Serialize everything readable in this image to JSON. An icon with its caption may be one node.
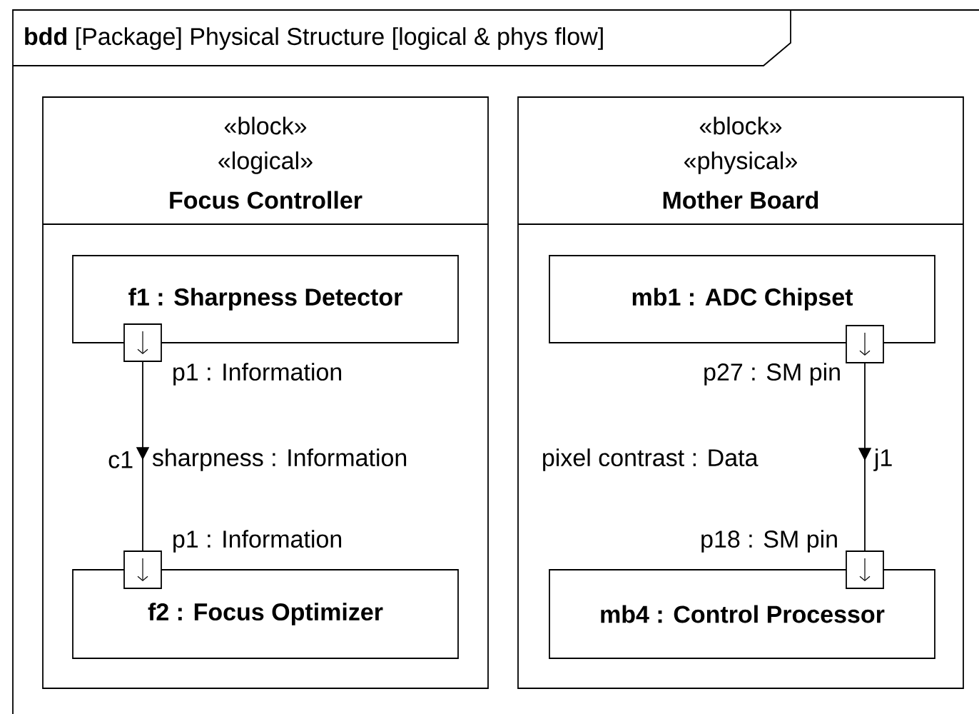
{
  "diagram": {
    "nodes": [
      {
        "text": [
          "**bdd** [Package] Physical Structure [logical & phys flow]"
        ]
      },
      {
        "text": [
          "«block»",
          "«logical»",
          "Focus Controller"
        ],
        "in": 0
      },
      {
        "text": [
          "f1 : Sharpness Detector"
        ],
        "in": 1
      },
      {
        "text": [
          "f2 : Focus Optimizer"
        ],
        "in": 1
      },
      {
        "text": [],
        "shape": "box",
        "beside": [
          "p1 : Information"
        ],
        "in": 1
      },
      {
        "text": [],
        "shape": "box",
        "beside": [
          "p1 : Information"
        ],
        "in": 1
      },
      {
        "text": [
          "«block»",
          "«physical»",
          "Mother Board"
        ],
        "in": 0
      },
      {
        "text": [
          "mb1 : ADC Chipset"
        ],
        "in": 6
      },
      {
        "text": [
          "mb4 : Control Processor"
        ],
        "in": 6
      },
      {
        "text": [],
        "shape": "box",
        "beside": [
          "p27 : SM pin"
        ],
        "in": 6
      },
      {
        "text": [],
        "shape": "box",
        "beside": [
          "p18 : SM pin"
        ],
        "in": 6
      }
    ],
    "edges": [
      {
        "from": 4,
        "to": 5,
        "arrow": "to",
        "label": "c1"
      },
      {
        "from": 9,
        "to": 10,
        "arrow": "to",
        "label": "j1"
      }
    ],
    "labels": [
      "sharpness : Information",
      "pixel contrast : Data"
    ]
  }
}
